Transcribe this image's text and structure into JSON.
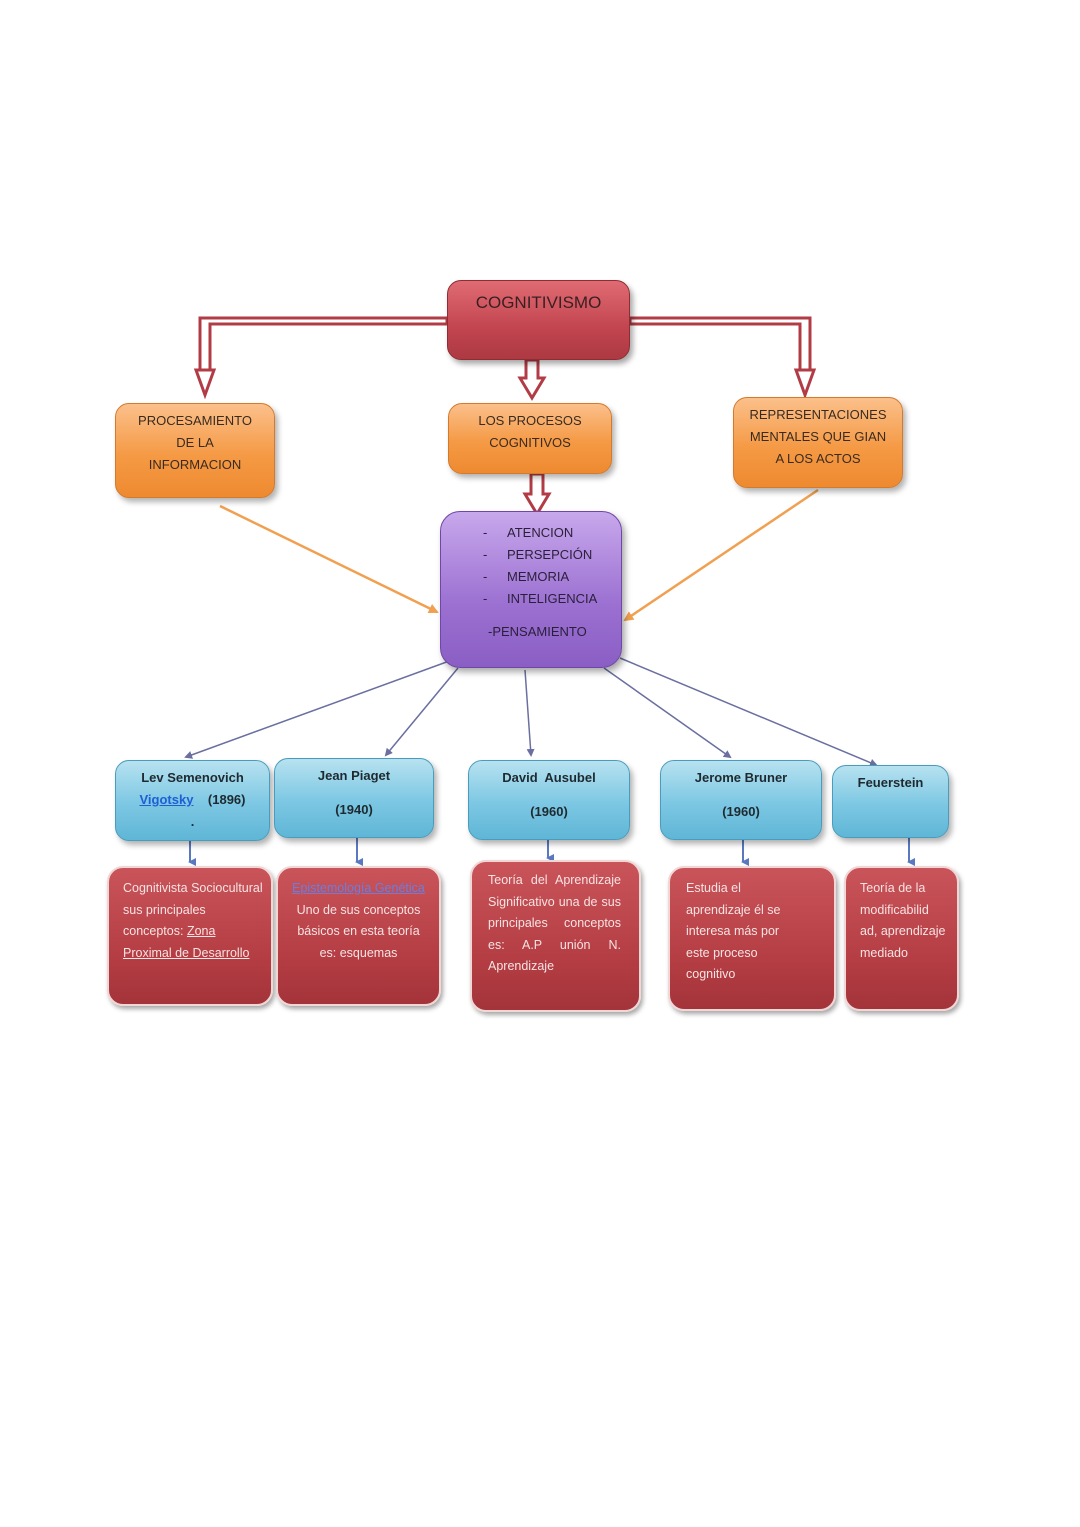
{
  "root": {
    "label": "COGNITIVISMO"
  },
  "level1": {
    "procesamiento": {
      "line1": "PROCESAMIENTO",
      "line2": "DE LA",
      "line3": "INFORMACION"
    },
    "procesos": {
      "line1": "LOS PROCESOS",
      "line2": "COGNITIVOS"
    },
    "representaciones": {
      "line1": "REPRESENTACIONES",
      "line2": "MENTALES QUE GIAN",
      "line3": "A LOS ACTOS"
    }
  },
  "center": {
    "items": [
      "ATENCION",
      "PERSEPCIÓN",
      "MEMORIA",
      "INTELIGENCIA"
    ],
    "last": "-PENSAMIENTO"
  },
  "authors": [
    {
      "name": "Lev Semenovich",
      "name2": "Vigotsky",
      "year": "(1896)",
      "extra": "."
    },
    {
      "name": "Jean Piaget",
      "year": "(1940)"
    },
    {
      "name": "David  Ausubel",
      "year": "(1960)"
    },
    {
      "name": "Jerome Bruner",
      "year": "(1960)"
    },
    {
      "name": "Feuerstein"
    }
  ],
  "details": {
    "vigotsky": {
      "text": "Cognitivista Sociocultural sus principales conceptos:",
      "link1": "Zona",
      "link2": "Proximal de Desarrollo"
    },
    "piaget": {
      "link": "Epistemología Genética",
      "text": " Uno de sus conceptos básicos en esta teoría es: esquemas"
    },
    "ausubel": {
      "text": "Teoría del Aprendizaje Significativo una de sus principales conceptos es: A.P unión N. Aprendizaje"
    },
    "bruner": {
      "text": "Estudia el aprendizaje él se interesa más por este proceso cognitivo"
    },
    "feuerstein": {
      "text": "Teoría de la modificabilid ad, aprendizaje mediado"
    }
  }
}
